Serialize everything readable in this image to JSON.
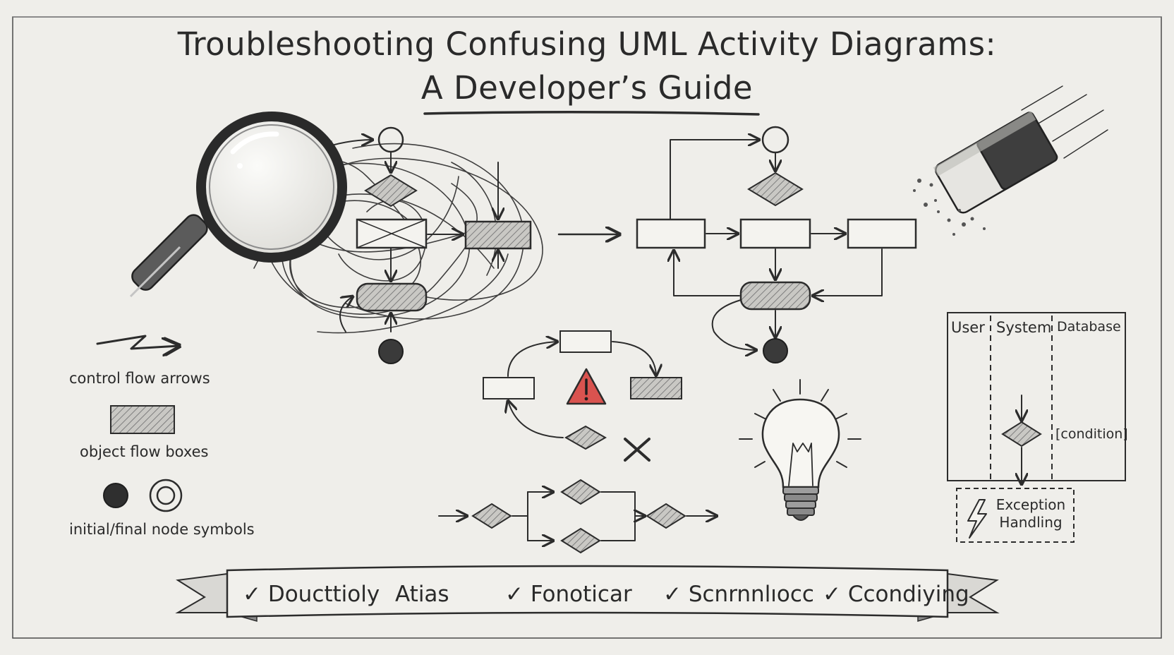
{
  "title": {
    "line1": "Troubleshooting Confusing UML Activity Diagrams:",
    "line2": "A Developer’s Guide"
  },
  "legend": [
    {
      "label": "control flow arrows",
      "icon": "zigzag-arrow-icon"
    },
    {
      "label": "object flow boxes",
      "icon": "hatched-box-icon"
    },
    {
      "label": "initial/final node symbols",
      "icon": "node-symbols-icon"
    }
  ],
  "swimlanes": {
    "lanes": [
      "User",
      "System",
      "Database"
    ],
    "guard": "[condition]",
    "exception": {
      "line1": "Exception",
      "line2": "Handling"
    }
  },
  "ribbon": {
    "items": [
      "✓ Doucttioly",
      "Atias",
      "✓ Fonoticar",
      "✓ Scnrnnlıocc",
      "✓ Ccondiying"
    ]
  },
  "colors": {
    "paper": "#efeeea",
    "pencil": "#2c2c2c",
    "warning": "#d9534f",
    "hatch": "#9a9a9a"
  },
  "icons": [
    "magnifier-icon",
    "eraser-icon",
    "warning-icon",
    "lightbulb-icon",
    "x-mark-icon",
    "lightning-icon"
  ]
}
